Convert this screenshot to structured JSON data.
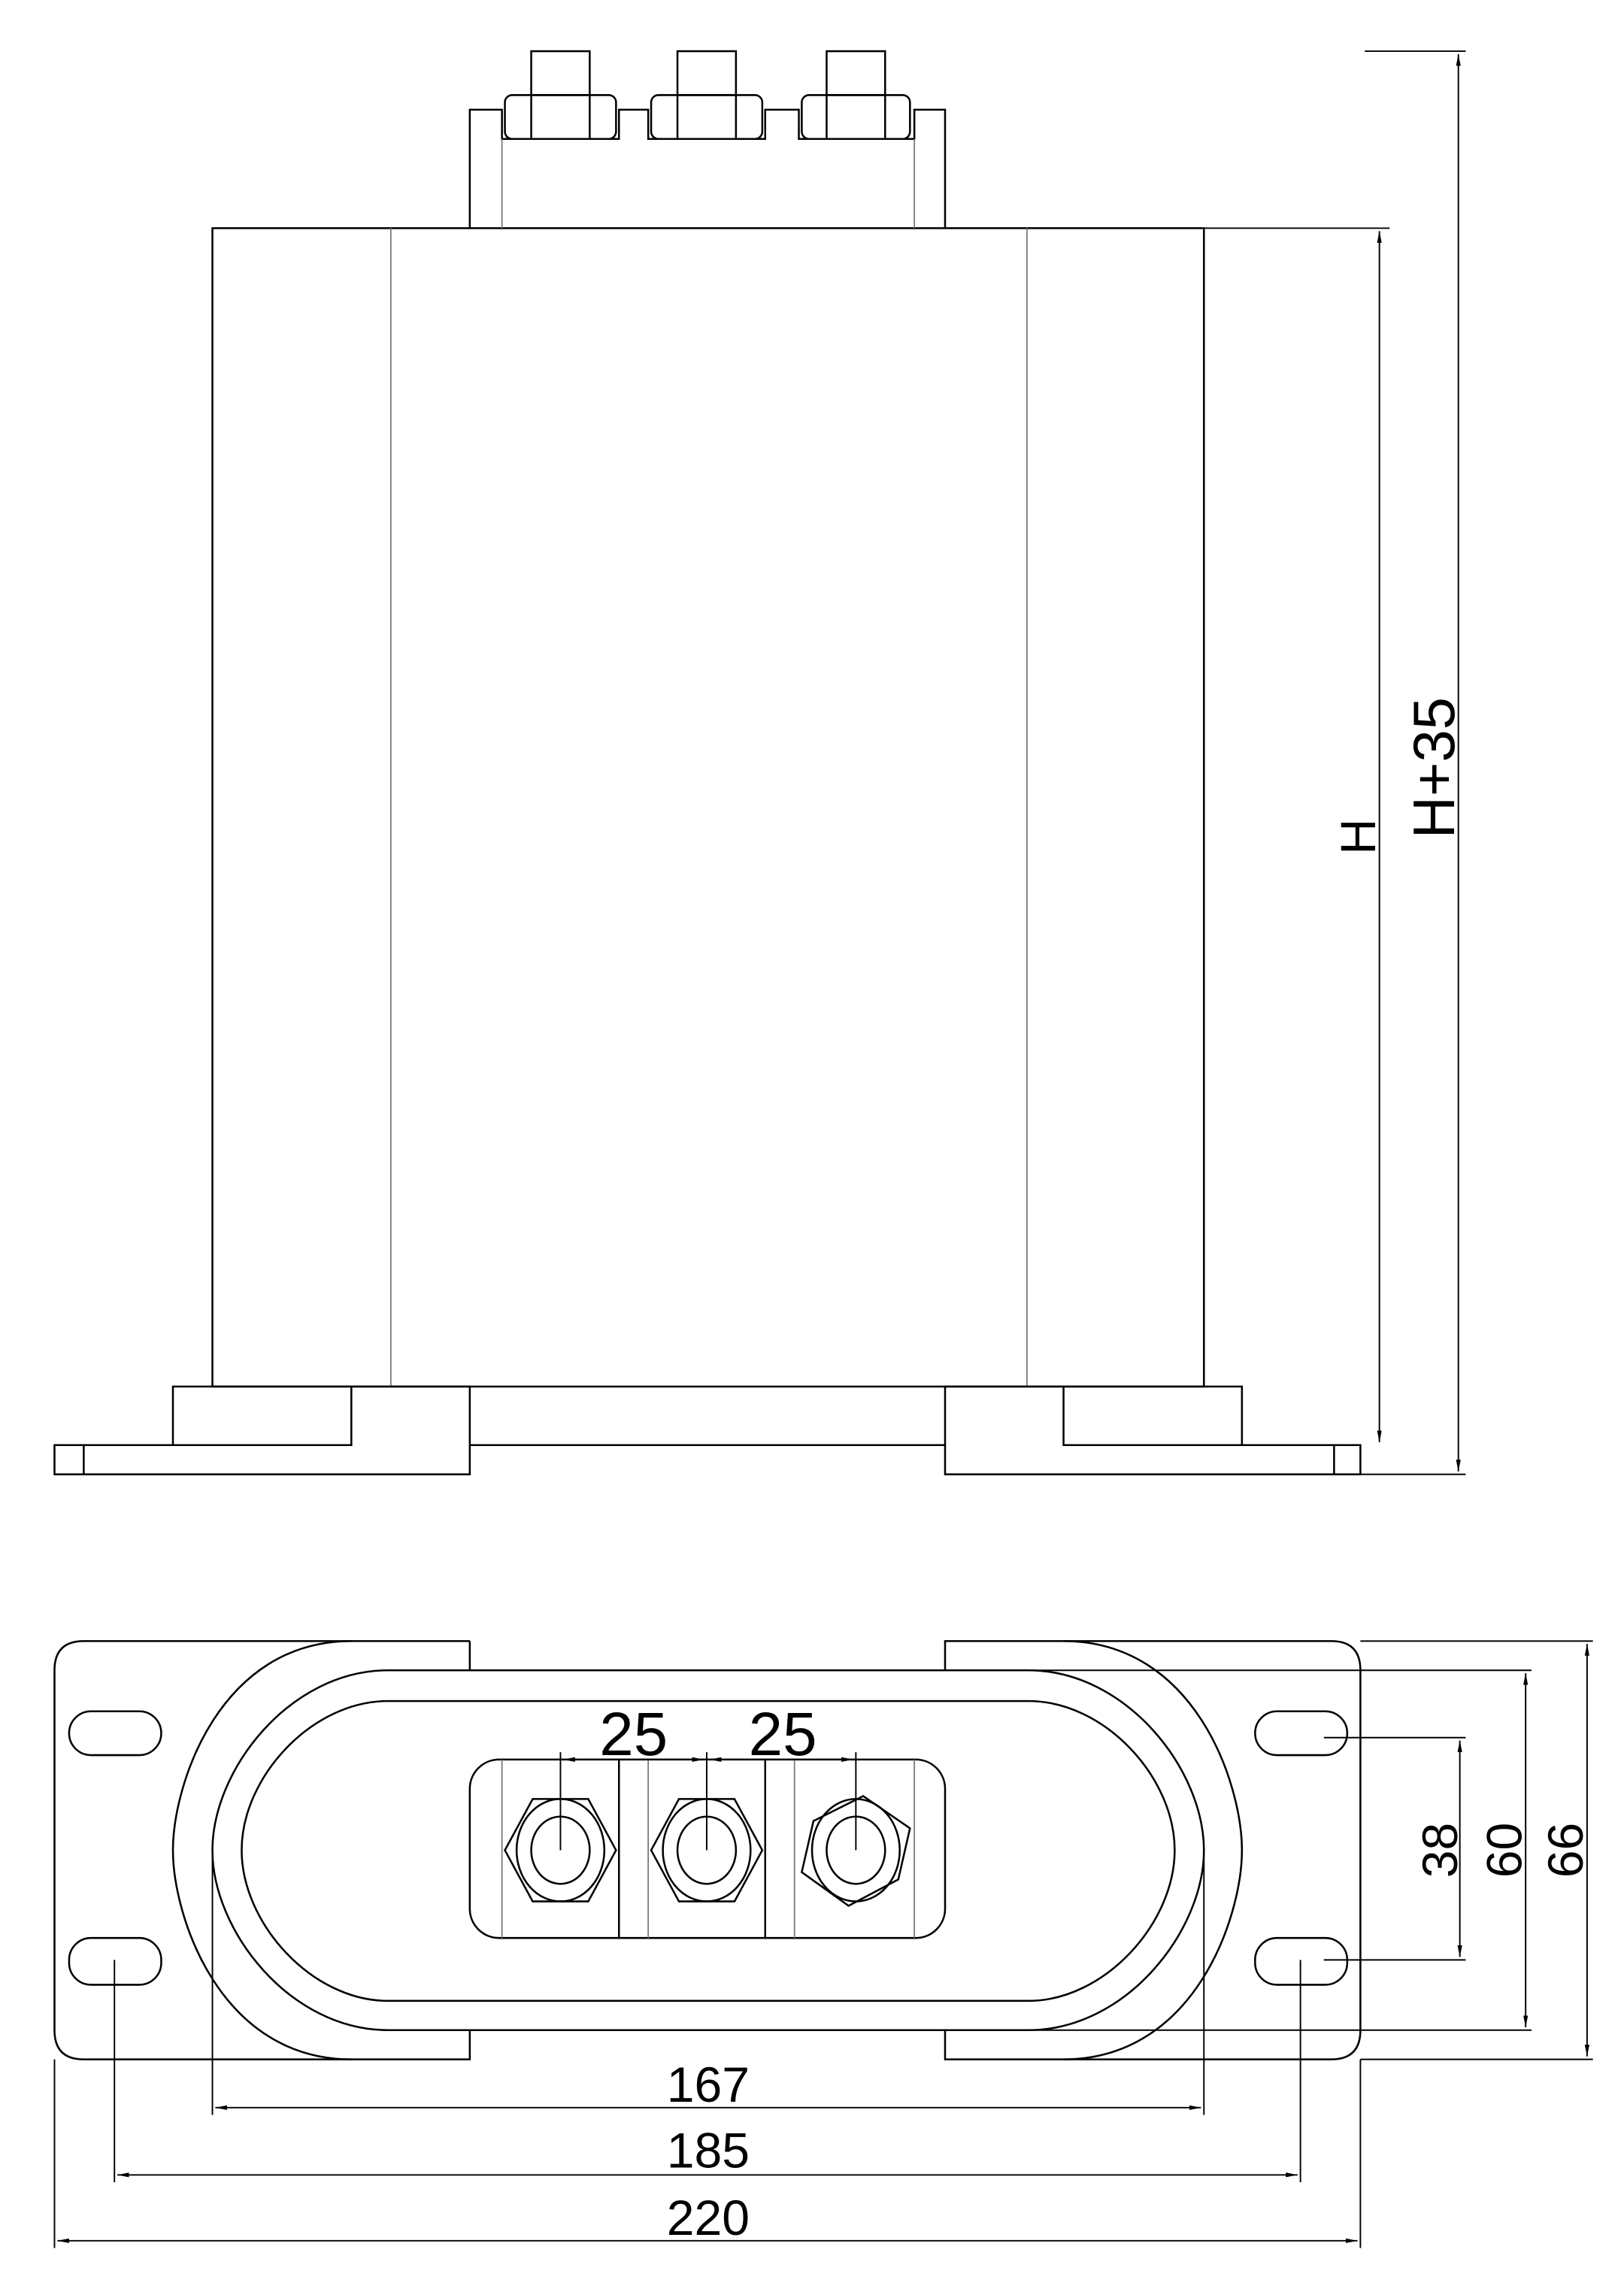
{
  "side_view": {
    "dim_h": "H",
    "dim_h_plus": "H+35"
  },
  "top_view": {
    "dim_pitch_1": "25",
    "dim_pitch_2": "25",
    "dim_38": "38",
    "dim_60": "60",
    "dim_66": "66",
    "dim_167": "167",
    "dim_185": "185",
    "dim_220": "220"
  },
  "colors": {
    "line": "#000000",
    "hidden_line": "#777777",
    "background": "#ffffff"
  }
}
